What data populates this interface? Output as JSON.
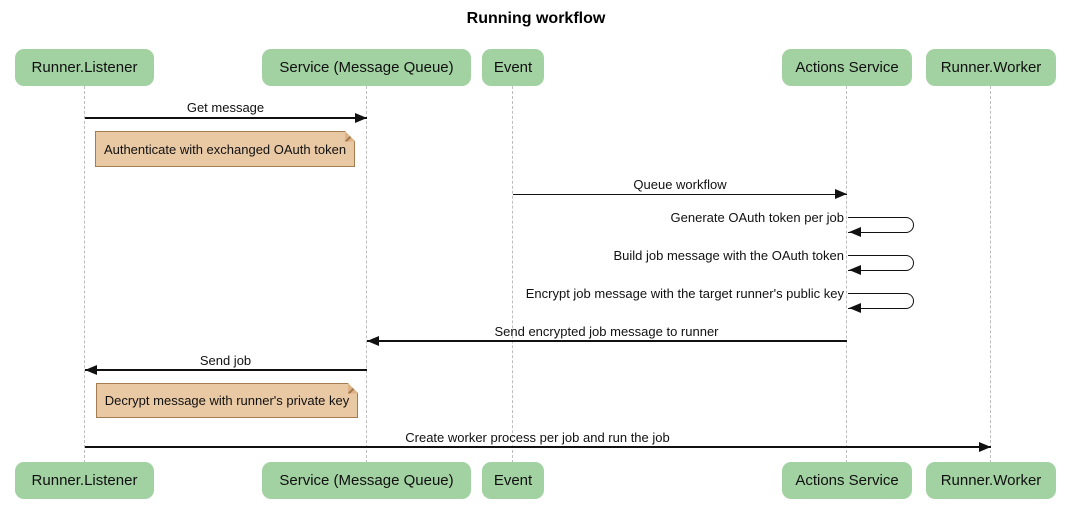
{
  "title": "Running workflow",
  "actors": [
    {
      "label": "Runner.Listener"
    },
    {
      "label": "Service (Message Queue)"
    },
    {
      "label": "Event"
    },
    {
      "label": "Actions Service"
    },
    {
      "label": "Runner.Worker"
    }
  ],
  "messages": [
    {
      "label": "Get message",
      "from": "Runner.Listener",
      "to": "Service (Message Queue)",
      "direction": "right"
    },
    {
      "label": "Queue workflow",
      "from": "Event",
      "to": "Actions Service",
      "direction": "right"
    },
    {
      "label": "Generate OAuth token per job",
      "from": "Actions Service",
      "to": "Actions Service",
      "direction": "self"
    },
    {
      "label": "Build job message with the OAuth token",
      "from": "Actions Service",
      "to": "Actions Service",
      "direction": "self"
    },
    {
      "label": "Encrypt job message with the target runner's public key",
      "from": "Actions Service",
      "to": "Actions Service",
      "direction": "self"
    },
    {
      "label": "Send encrypted job message to runner",
      "from": "Actions Service",
      "to": "Service (Message Queue)",
      "direction": "left"
    },
    {
      "label": "Send job",
      "from": "Service (Message Queue)",
      "to": "Runner.Listener",
      "direction": "left"
    },
    {
      "label": "Create worker process per job and run the job",
      "from": "Runner.Listener",
      "to": "Runner.Worker",
      "direction": "right"
    }
  ],
  "notes": [
    {
      "label": "Authenticate with exchanged OAuth token",
      "position": "right of Runner.Listener"
    },
    {
      "label": "Decrypt message with runner's private key",
      "position": "right of Runner.Listener"
    }
  ],
  "colors": {
    "actor_fill": "#a2d1a2",
    "note_fill": "#e9c8a4",
    "note_border": "#a57b50",
    "lifeline": "#bdbdbd",
    "arrow": "#111111",
    "background": "#ffffff"
  }
}
